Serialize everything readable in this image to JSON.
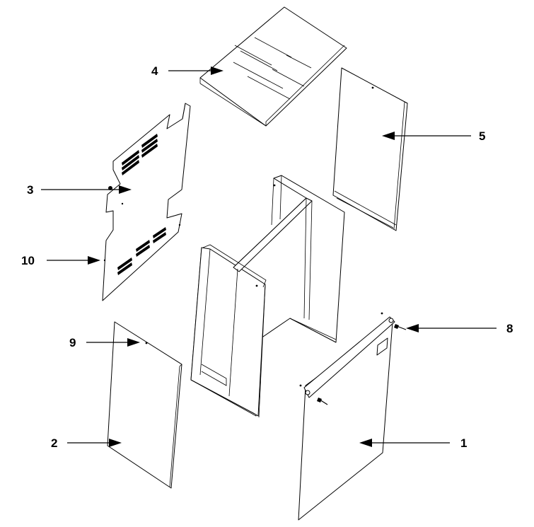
{
  "callouts": {
    "c1": "1",
    "c2": "2",
    "c3": "3",
    "c4": "4",
    "c5": "5",
    "c8": "8",
    "c9": "9",
    "c10": "10"
  },
  "colors": {
    "line": "#000000",
    "background": "#ffffff"
  }
}
